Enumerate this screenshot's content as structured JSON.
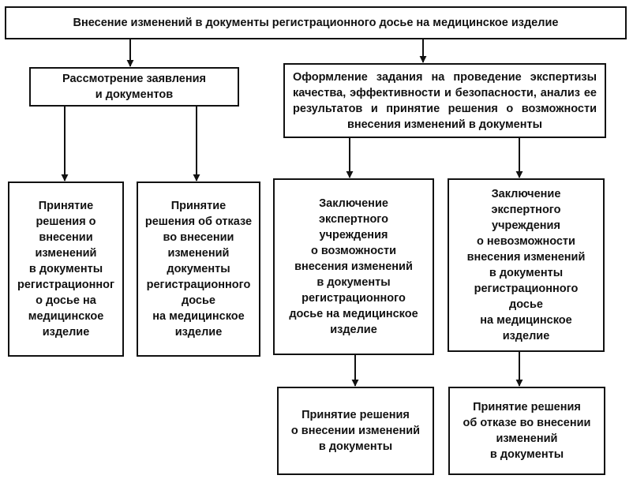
{
  "nodes": {
    "root": "Внесение изменений в документы регистрационного досье на медицинское изделие",
    "review": "Рассмотрение заявления\nи документов",
    "expertise": "Оформление задания на проведение экспертизы качества, эффективности и безопасности, анализ ее результатов и принятие решения о возможности внесения изменений в документы",
    "accept": "Принятие\nрешения о\nвнесении\nизменений\nв документы\nрегистрационног\nо досье на\nмедицинское\nизделие",
    "refuse": "Принятие\nрешения об отказе\nво внесении\nизменений\nдокументы\nрегистрационного\nдосье\nна медицинское\nизделие",
    "conclusion_possible": "Заключение\nэкспертного\nучреждения\nо возможности\nвнесения изменений\nв документы\nрегистрационного\nдосье на медицинское\nизделие",
    "conclusion_impossible": "Заключение\nэкспертного\nучреждения\nо невозможности\nвнесения изменений\nв документы\nрегистрационного\nдосье\nна медицинское\nизделие",
    "decision_accept": "Принятие решения\nо внесении изменений\nв документы",
    "decision_refuse": "Принятие решения\nоб отказе во внесении\nизменений\nв документы"
  }
}
